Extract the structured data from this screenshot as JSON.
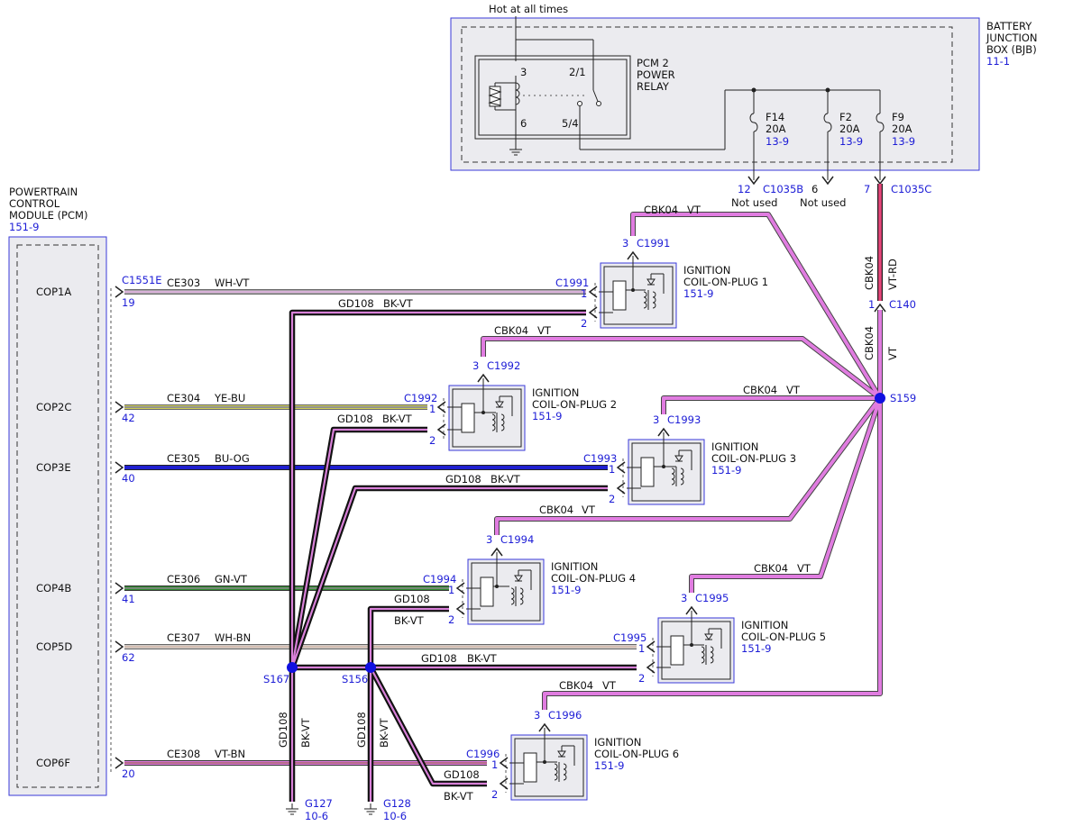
{
  "bjb": {
    "label_l1": "BATTERY",
    "label_l2": "JUNCTION",
    "label_l3": "BOX (BJB)",
    "ref": "11-1"
  },
  "hot_label": "Hot at all times",
  "relay": {
    "l1": "PCM 2",
    "l2": "POWER",
    "l3": "RELAY",
    "pin3": "3",
    "pin6": "6",
    "pin21": "2/1",
    "pin54": "5/4"
  },
  "fuses": [
    {
      "name": "F14",
      "amps": "20A",
      "ref": "13-9"
    },
    {
      "name": "F2",
      "amps": "20A",
      "ref": "13-9"
    },
    {
      "name": "F9",
      "amps": "20A",
      "ref": "13-9"
    }
  ],
  "bjb_pins": {
    "p12": "12",
    "c1035b": "C1035B",
    "p6": "6",
    "notused1": "Not used",
    "notused2": "Not used",
    "p7": "7",
    "c1035c": "C1035C"
  },
  "pcm": {
    "l1": "POWERTRAIN",
    "l2": "CONTROL",
    "l3": "MODULE (PCM)",
    "ref": "151-9",
    "connector": "C1551E",
    "pins": [
      {
        "name": "COP1A",
        "num": "19"
      },
      {
        "name": "COP2C",
        "num": "42"
      },
      {
        "name": "COP3E",
        "num": "40"
      },
      {
        "name": "COP4B",
        "num": "41"
      },
      {
        "name": "COP5D",
        "num": "62"
      },
      {
        "name": "COP6F",
        "num": "20"
      }
    ]
  },
  "circuits": [
    {
      "id": "CE303",
      "color": "WH-VT"
    },
    {
      "id": "CE304",
      "color": "YE-BU"
    },
    {
      "id": "CE305",
      "color": "BU-OG"
    },
    {
      "id": "CE306",
      "color": "GN-VT"
    },
    {
      "id": "CE307",
      "color": "WH-BN"
    },
    {
      "id": "CE308",
      "color": "VT-BN"
    }
  ],
  "coils": [
    {
      "l1": "IGNITION",
      "l2": "COIL-ON-PLUG 1",
      "ref": "151-9",
      "conn": "C1991",
      "p1": "1",
      "p2": "2",
      "p3": "3"
    },
    {
      "l1": "IGNITION",
      "l2": "COIL-ON-PLUG 2",
      "ref": "151-9",
      "conn": "C1992",
      "p1": "1",
      "p2": "2",
      "p3": "3"
    },
    {
      "l1": "IGNITION",
      "l2": "COIL-ON-PLUG 3",
      "ref": "151-9",
      "conn": "C1993",
      "p1": "1",
      "p2": "2",
      "p3": "3"
    },
    {
      "l1": "IGNITION",
      "l2": "COIL-ON-PLUG 4",
      "ref": "151-9",
      "conn": "C1994",
      "p1": "1",
      "p2": "2",
      "p3": "3"
    },
    {
      "l1": "IGNITION",
      "l2": "COIL-ON-PLUG 5",
      "ref": "151-9",
      "conn": "C1995",
      "p1": "1",
      "p2": "2",
      "p3": "3"
    },
    {
      "l1": "IGNITION",
      "l2": "COIL-ON-PLUG 6",
      "ref": "151-9",
      "conn": "C1996",
      "p1": "1",
      "p2": "2",
      "p3": "3"
    }
  ],
  "ground": {
    "id": "GD108",
    "color": "BK-VT"
  },
  "feed": {
    "id": "CBK04",
    "color": "VT",
    "rd_color": "VT-RD"
  },
  "splices": {
    "s159": "S159",
    "s167": "S167",
    "s156": "S156"
  },
  "c140": {
    "name": "C140",
    "pin": "1"
  },
  "grounds": [
    {
      "name": "G127",
      "ref": "10-6"
    },
    {
      "name": "G128",
      "ref": "10-6"
    }
  ]
}
